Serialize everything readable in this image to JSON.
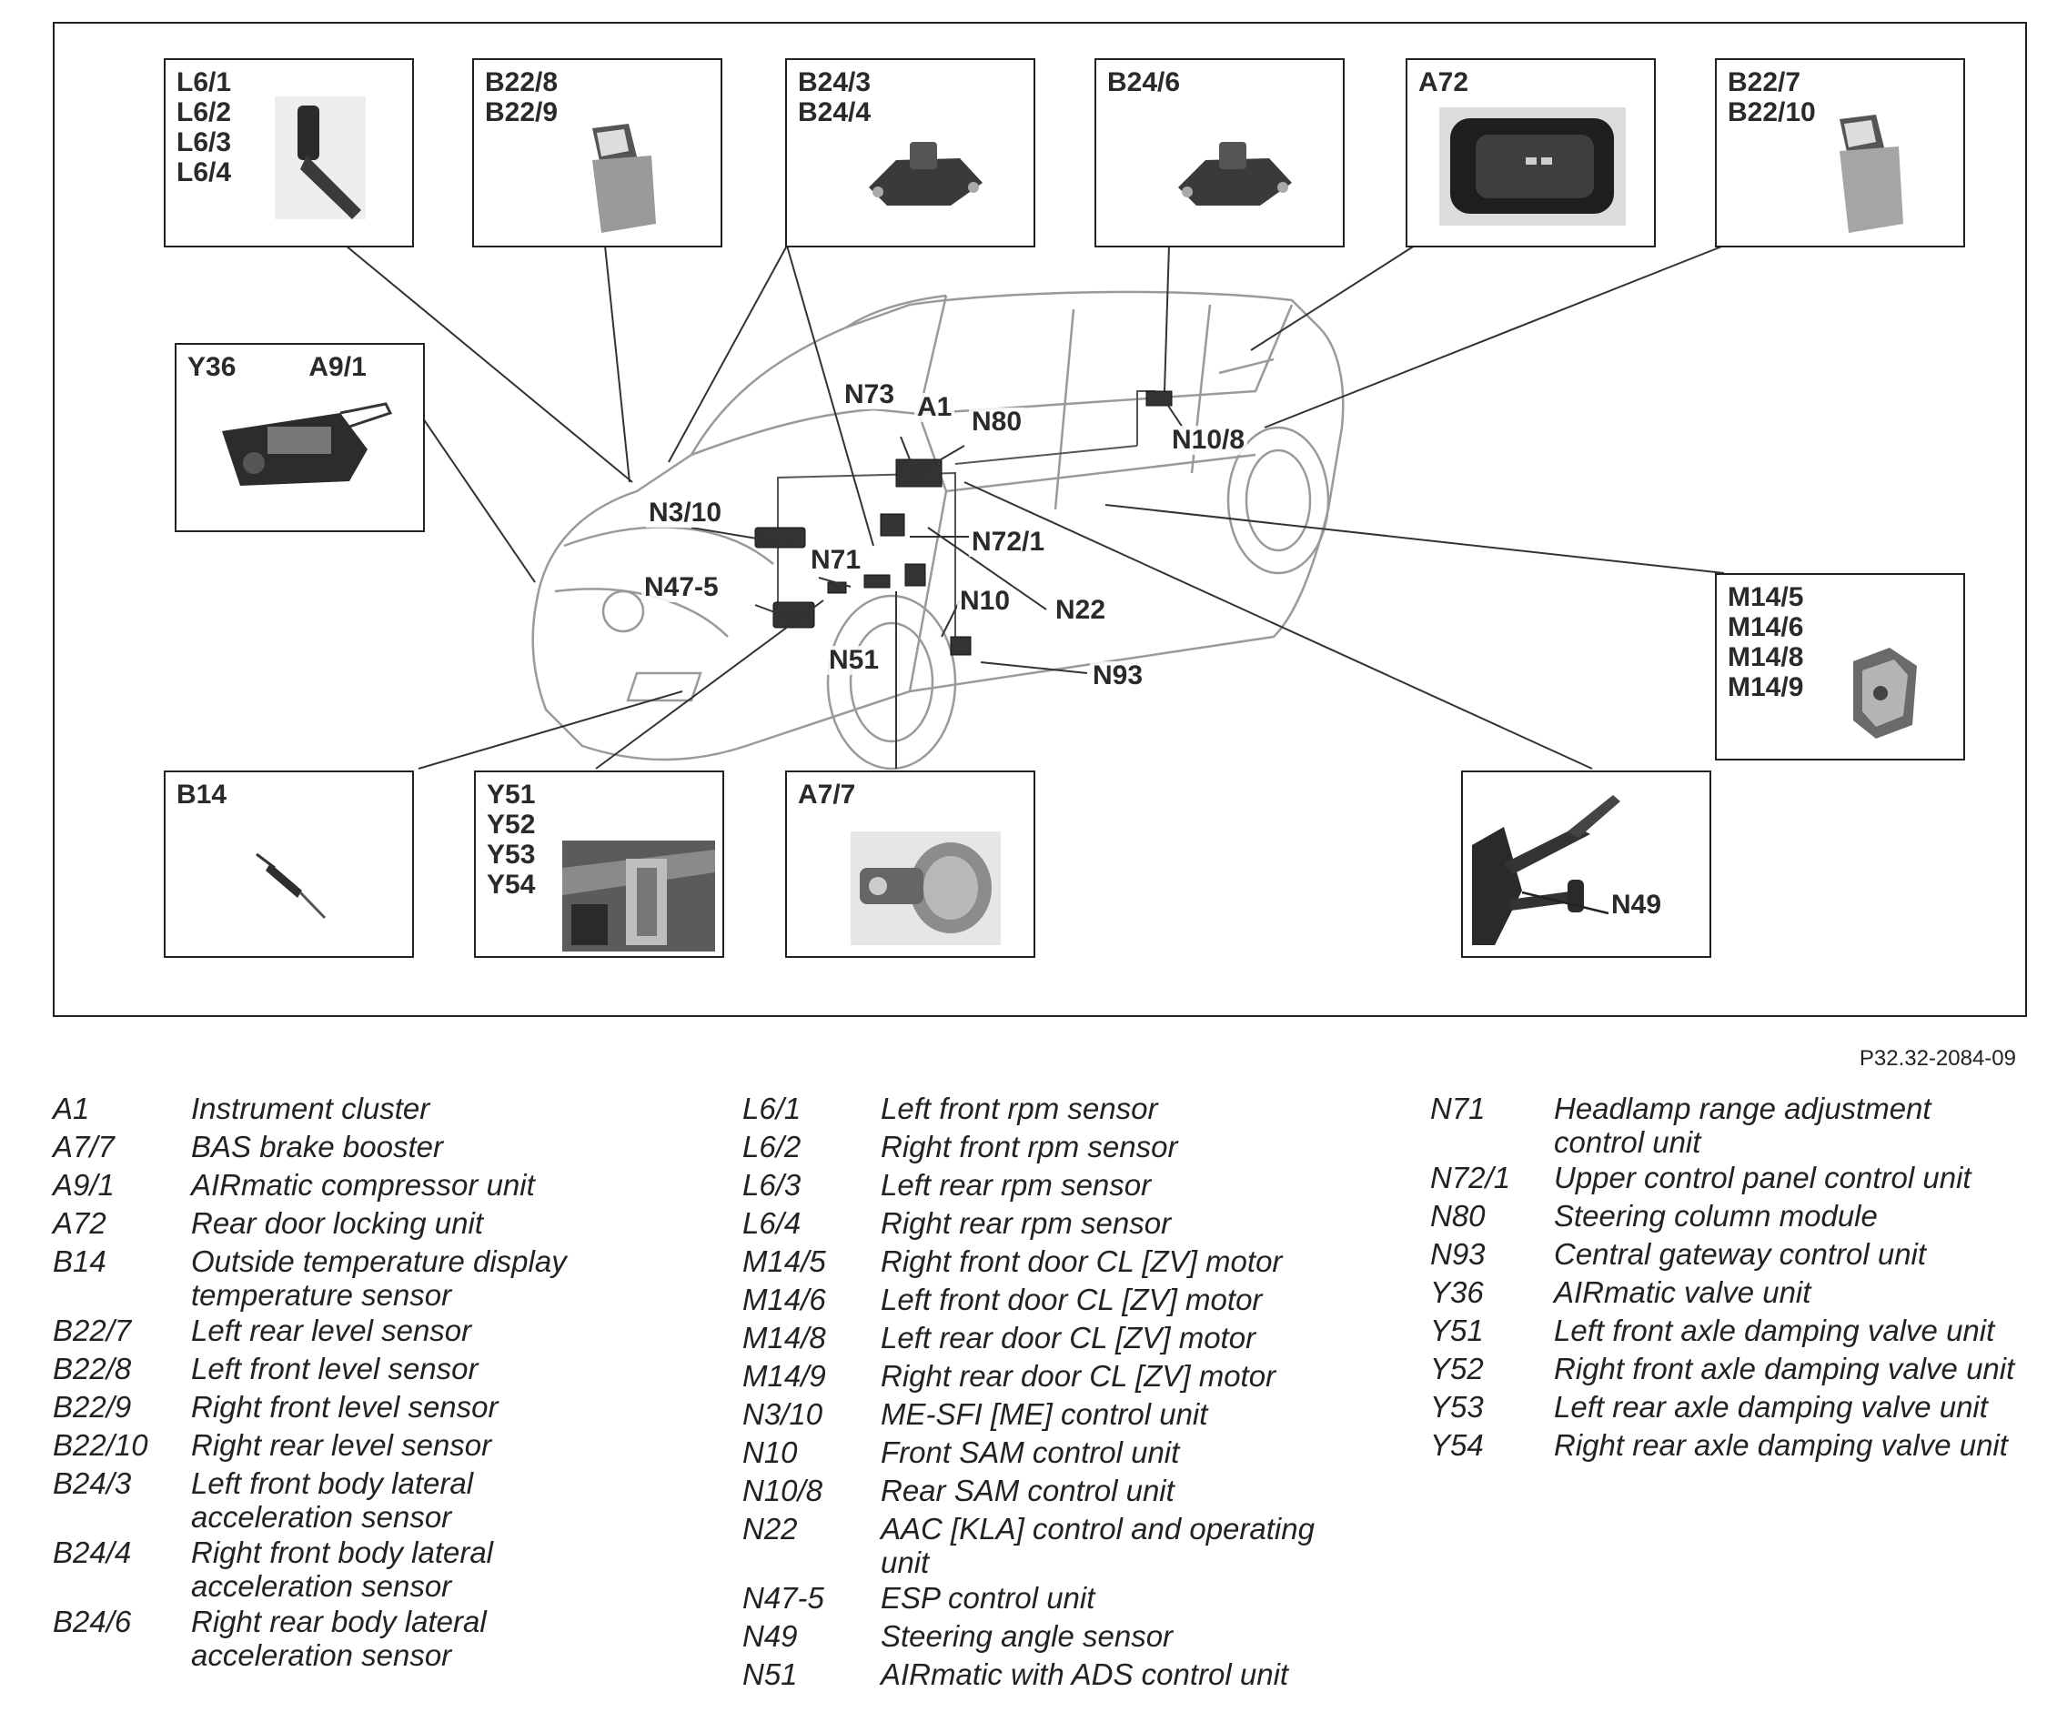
{
  "figure_id": "P32.32-2084-09",
  "component_boxes": [
    {
      "id": "l6",
      "labels": [
        "L6/1",
        "L6/2",
        "L6/3",
        "L6/4"
      ]
    },
    {
      "id": "b22-8",
      "labels": [
        "B22/8",
        "B22/9"
      ]
    },
    {
      "id": "b24-3",
      "labels": [
        "B24/3",
        "B24/4"
      ]
    },
    {
      "id": "b24-6",
      "labels": [
        "B24/6"
      ]
    },
    {
      "id": "a72",
      "labels": [
        "A72"
      ]
    },
    {
      "id": "b22-7",
      "labels": [
        "B22/7",
        "B22/10"
      ]
    },
    {
      "id": "y36",
      "labels": [
        "Y36",
        "A9/1"
      ]
    },
    {
      "id": "m14",
      "labels": [
        "M14/5",
        "M14/6",
        "M14/8",
        "M14/9"
      ]
    },
    {
      "id": "b14",
      "labels": [
        "B14"
      ]
    },
    {
      "id": "y51",
      "labels": [
        "Y51",
        "Y52",
        "Y53",
        "Y54"
      ]
    },
    {
      "id": "a7-7",
      "labels": [
        "A7/7"
      ]
    },
    {
      "id": "n49",
      "labels": [
        "N49"
      ]
    }
  ],
  "car_callouts": {
    "n73": "N73",
    "a1": "A1",
    "n80": "N80",
    "n10_8": "N10/8",
    "n3_10": "N3/10",
    "n72_1": "N72/1",
    "n71": "N71",
    "n47_5": "N47-5",
    "n10": "N10",
    "n22": "N22",
    "n51": "N51",
    "n93": "N93"
  },
  "legend": {
    "col1": [
      {
        "code": "A1",
        "desc": "Instrument cluster"
      },
      {
        "code": "A7/7",
        "desc": "BAS brake booster"
      },
      {
        "code": "A9/1",
        "desc": "AIRmatic compressor unit"
      },
      {
        "code": "A72",
        "desc": "Rear door locking unit"
      },
      {
        "code": "B14",
        "desc": "Outside temperature display temperature sensor"
      },
      {
        "code": "B22/7",
        "desc": "Left rear level sensor"
      },
      {
        "code": "B22/8",
        "desc": "Left front level sensor"
      },
      {
        "code": "B22/9",
        "desc": "Right front level sensor"
      },
      {
        "code": "B22/10",
        "desc": "Right rear level sensor"
      },
      {
        "code": "B24/3",
        "desc": "Left front body lateral acceleration sensor"
      },
      {
        "code": "B24/4",
        "desc": "Right front body lateral acceleration sensor"
      },
      {
        "code": "B24/6",
        "desc": "Right rear body lateral acceleration sensor"
      }
    ],
    "col2": [
      {
        "code": "L6/1",
        "desc": "Left front rpm sensor"
      },
      {
        "code": "L6/2",
        "desc": "Right front rpm sensor"
      },
      {
        "code": "L6/3",
        "desc": "Left rear rpm sensor"
      },
      {
        "code": "L6/4",
        "desc": "Right rear rpm sensor"
      },
      {
        "code": "M14/5",
        "desc": "Right front door CL [ZV] motor"
      },
      {
        "code": "M14/6",
        "desc": "Left front door CL [ZV] motor"
      },
      {
        "code": "M14/8",
        "desc": "Left rear door CL [ZV] motor"
      },
      {
        "code": "M14/9",
        "desc": "Right rear door CL [ZV] motor"
      },
      {
        "code": "N3/10",
        "desc": "ME-SFI [ME] control unit"
      },
      {
        "code": "N10",
        "desc": "Front SAM control unit"
      },
      {
        "code": "N10/8",
        "desc": "Rear SAM control unit"
      },
      {
        "code": "N22",
        "desc": "AAC [KLA] control and operating unit"
      },
      {
        "code": "N47-5",
        "desc": "ESP control unit"
      },
      {
        "code": "N49",
        "desc": "Steering angle sensor"
      },
      {
        "code": "N51",
        "desc": "AIRmatic with ADS control unit"
      }
    ],
    "col3": [
      {
        "code": "N71",
        "desc": "Headlamp range adjustment control unit"
      },
      {
        "code": "N72/1",
        "desc": "Upper control panel control unit"
      },
      {
        "code": "N80",
        "desc": "Steering column module"
      },
      {
        "code": "N93",
        "desc": "Central gateway control unit"
      },
      {
        "code": "Y36",
        "desc": "AIRmatic valve unit"
      },
      {
        "code": "Y51",
        "desc": "Left front axle damping valve unit"
      },
      {
        "code": "Y52",
        "desc": "Right front axle damping valve unit"
      },
      {
        "code": "Y53",
        "desc": "Left rear axle damping valve unit"
      },
      {
        "code": "Y54",
        "desc": "Right rear axle damping valve unit"
      }
    ]
  }
}
